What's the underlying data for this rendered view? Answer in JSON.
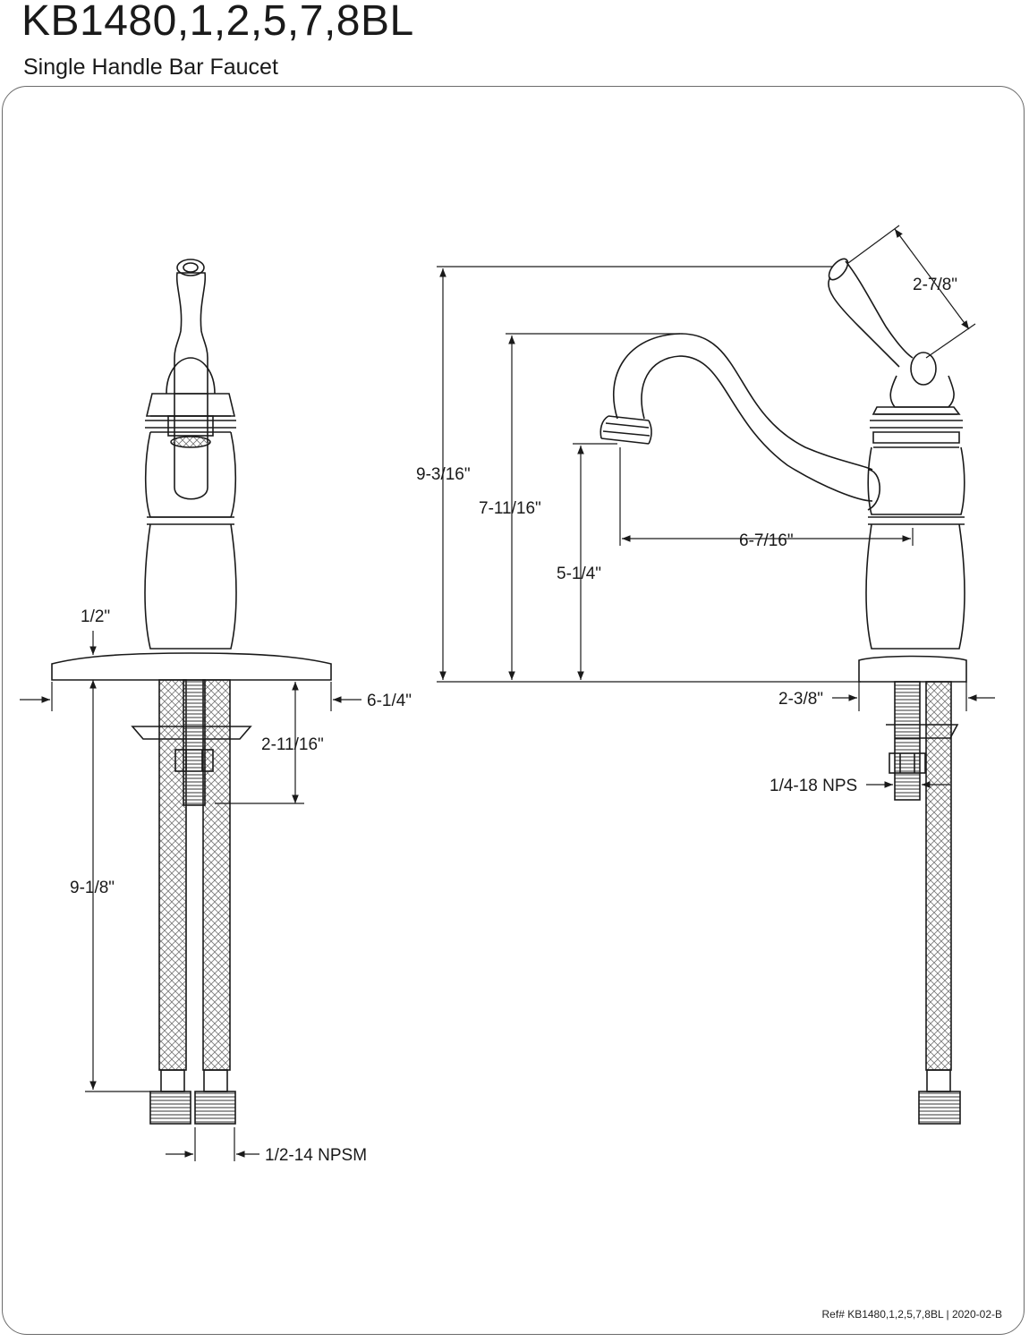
{
  "header": {
    "title": "KB1480,1,2,5,7,8BL",
    "subtitle": "Single Handle Bar Faucet"
  },
  "footer": {
    "ref": "Ref# KB1480,1,2,5,7,8BL | 2020-02-B"
  },
  "dimensions": {
    "base_height": "1/2\"",
    "base_width": "6-1/4\"",
    "shank_to_nut": "2-11/16\"",
    "supply_length": "9-1/8\"",
    "supply_thread": "1/2-14 NPSM",
    "overall_height": "9-3/16\"",
    "spout_height": "7-11/16\"",
    "spout_clearance": "5-1/4\"",
    "spout_reach": "6-7/16\"",
    "handle_length": "2-7/8\"",
    "base_depth": "2-3/8\"",
    "mount_thread": "1/4-18 NPS"
  },
  "colors": {
    "line": "#1a1a1a",
    "frame": "#6b6b6b",
    "background": "#ffffff"
  }
}
